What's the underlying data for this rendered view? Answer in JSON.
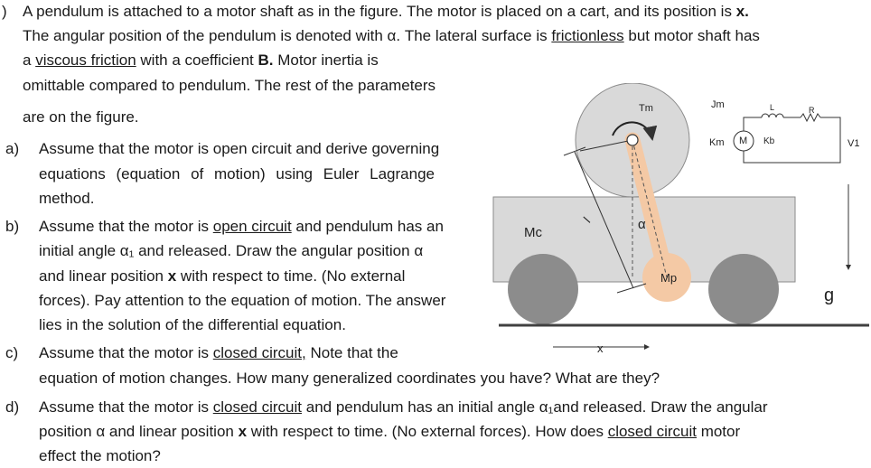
{
  "problem": {
    "number": ")",
    "intro_1a": "A pendulum is attached to a motor shaft as in the figure. The motor is placed on a cart, and its position is ",
    "intro_1b": "x.",
    "intro_2a": "The angular position of the pendulum is denoted with α. The lateral surface is ",
    "intro_2b": "frictionless",
    "intro_2c": " but motor shaft has",
    "intro_3a": "a ",
    "intro_3b": "viscous friction",
    "intro_3c": " with a coefficient ",
    "intro_3d": "B.",
    "intro_3e": " Motor inertia is",
    "intro_4": "omittable compared to pendulum. The rest of the parameters",
    "intro_5": "are on the figure."
  },
  "parts": {
    "a": {
      "marker": "a)",
      "line1": "Assume that the motor is open circuit and derive governing",
      "line2": "equations (equation of motion) using Euler Lagrange",
      "line3": "method."
    },
    "b": {
      "marker": "b)",
      "line1a": "Assume that the motor is ",
      "line1b": "open circuit",
      "line1c": " and pendulum has an",
      "line2": "initial angle α₁ and released. Draw the angular position α",
      "line3a": "and linear position ",
      "line3b": "x",
      "line3c": " with respect to time. (No external",
      "line4": "forces). Pay attention to the equation of motion. The answer",
      "line5": "lies in the solution of the differential equation."
    },
    "c": {
      "marker": "c)",
      "line1a": "Assume that the motor is ",
      "line1b": "closed circuit,",
      "line1c": " Note that the",
      "line2": "equation of motion changes. How many generalized coordinates you have? What are they?"
    },
    "d": {
      "marker": "d)",
      "line1a": "Assume that the motor is ",
      "line1b": "closed circuit",
      "line1c": " and pendulum has an initial angle α₁and released. Draw the angular",
      "line2a": "position α and linear position ",
      "line2b": "x",
      "line2c": " with respect to time. (No external forces). How does ",
      "line2d": "closed circuit",
      "line2e": " motor",
      "line3": "effect the motion?"
    }
  },
  "figure": {
    "cart_label": "Mc",
    "pendulum_mass_label": "Mp",
    "torque_label": "Tm",
    "inertia_label": "Jm",
    "constant_label": "Km",
    "motor_label": "M",
    "back_emf_label": "Kb",
    "inductance_label": "L",
    "resistance_label": "R",
    "voltage_label": "V1",
    "angle_label": "α",
    "length_label": "l",
    "position_label": "x",
    "gravity_label": "g",
    "colors": {
      "cart": "#d9d9d9",
      "wheel": "#8c8c8c",
      "motor_disk": "#d9d9d9",
      "pendulum": "#f4c9a5",
      "ground": "#404040"
    }
  }
}
